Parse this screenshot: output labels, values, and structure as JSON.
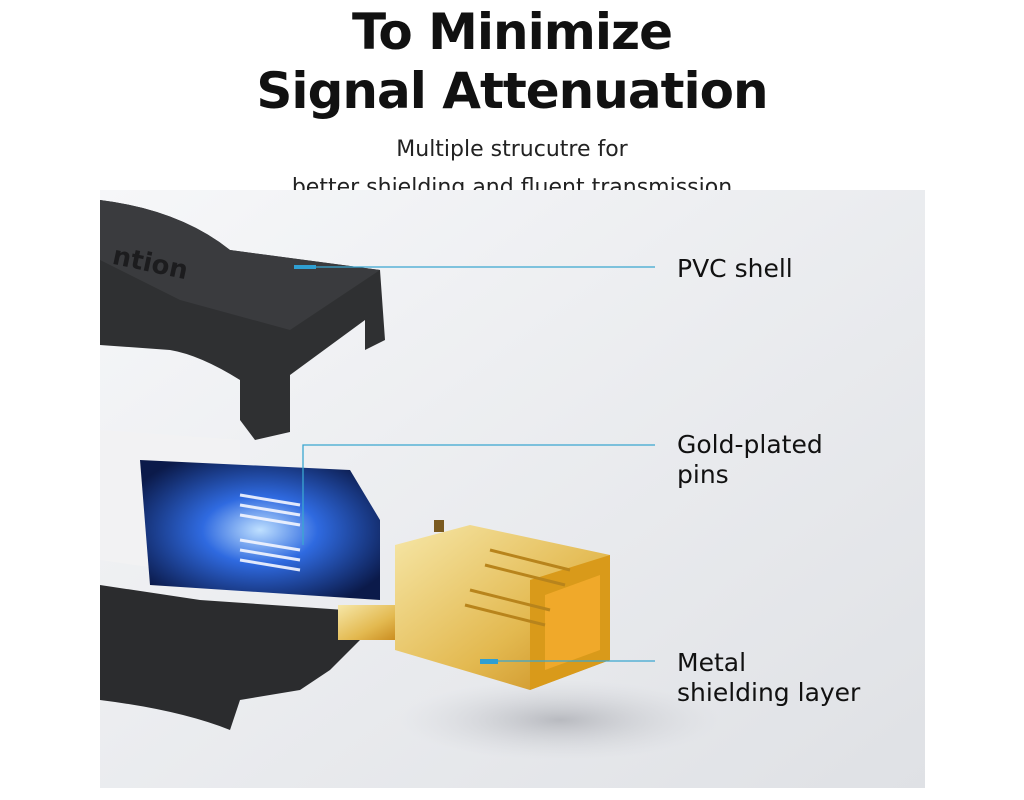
{
  "heading": {
    "line1": "To Minimize",
    "line2": "Signal Attenuation"
  },
  "subtitle": {
    "line1": "Multiple strucutre for",
    "line2": "better shielding and fluent transmission"
  },
  "callouts": {
    "pvc": "PVC shell",
    "pins_line1": "Gold-plated",
    "pins_line2": "pins",
    "metal_line1": "Metal",
    "metal_line2": "shielding layer"
  },
  "brand_embossed": "vention",
  "colors": {
    "leader": "#3aa6d0",
    "shell": "#2a2b2d",
    "gold": "#e8c15a",
    "glow": "#2a5bd8"
  }
}
